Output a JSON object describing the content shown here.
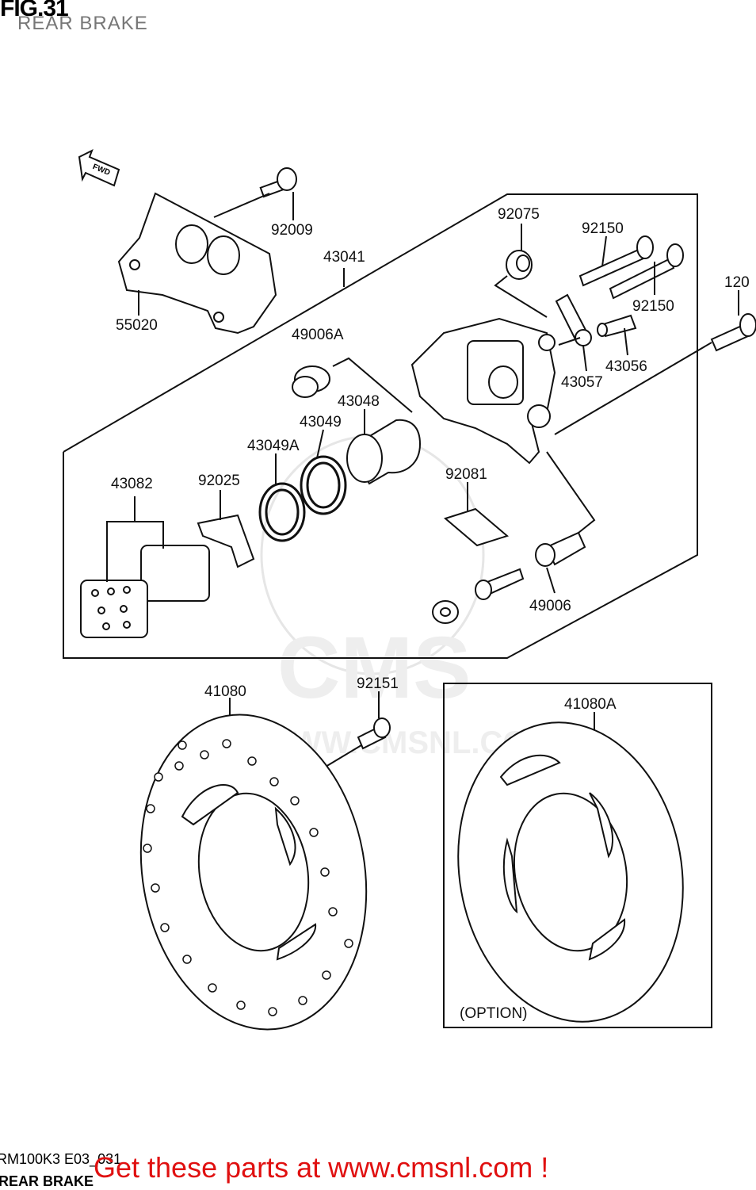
{
  "header": {
    "figure": "FIG.31",
    "section": "REAR BRAKE"
  },
  "watermark": {
    "brand": "CMS",
    "url": "WWW.CMSNL.COM"
  },
  "callouts": {
    "p92009": "92009",
    "p55020": "55020",
    "p43041": "43041",
    "p92075": "92075",
    "p92150a": "92150",
    "p92150b": "92150",
    "p120": "120",
    "p43057": "43057",
    "p43056": "43056",
    "p49006A": "49006A",
    "p43048": "43048",
    "p43049": "43049",
    "p43049A": "43049A",
    "p43082": "43082",
    "p92025": "92025",
    "p92081": "92081",
    "p49006": "49006",
    "p41080": "41080",
    "p92151": "92151",
    "p41080A": "41080A"
  },
  "option_box": {
    "label": "(OPTION)"
  },
  "fwd_arrow": "FWD",
  "footer": {
    "code": "RM100K3 E03_031",
    "name": "REAR BRAKE",
    "promo": "Get these parts at www.cmsnl.com !"
  }
}
